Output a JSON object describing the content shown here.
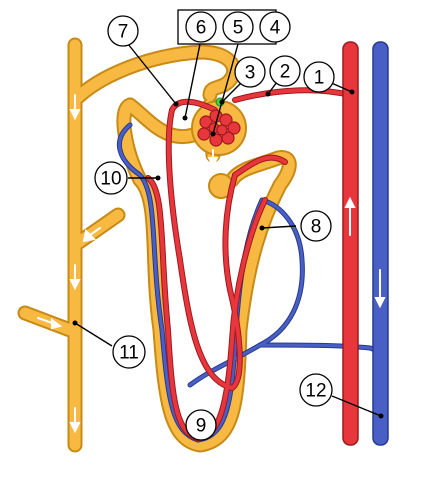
{
  "diagram": {
    "labels": [
      {
        "id": "1",
        "text": "1"
      },
      {
        "id": "2",
        "text": "2"
      },
      {
        "id": "3",
        "text": "3"
      },
      {
        "id": "4",
        "text": "4"
      },
      {
        "id": "5",
        "text": "5"
      },
      {
        "id": "6",
        "text": "6"
      },
      {
        "id": "7",
        "text": "7"
      },
      {
        "id": "8",
        "text": "8"
      },
      {
        "id": "9",
        "text": "9"
      },
      {
        "id": "10",
        "text": "10"
      },
      {
        "id": "11",
        "text": "11"
      },
      {
        "id": "12",
        "text": "12"
      }
    ],
    "colors": {
      "artery": "#e8363d",
      "artery_stroke": "#9c1a1f",
      "vein": "#4a5fc6",
      "vein_stroke": "#253a8e",
      "tubule": "#f7b941",
      "tubule_stroke": "#c88a16",
      "node_green": "#3ed640",
      "arrow": "#ffffff"
    }
  }
}
